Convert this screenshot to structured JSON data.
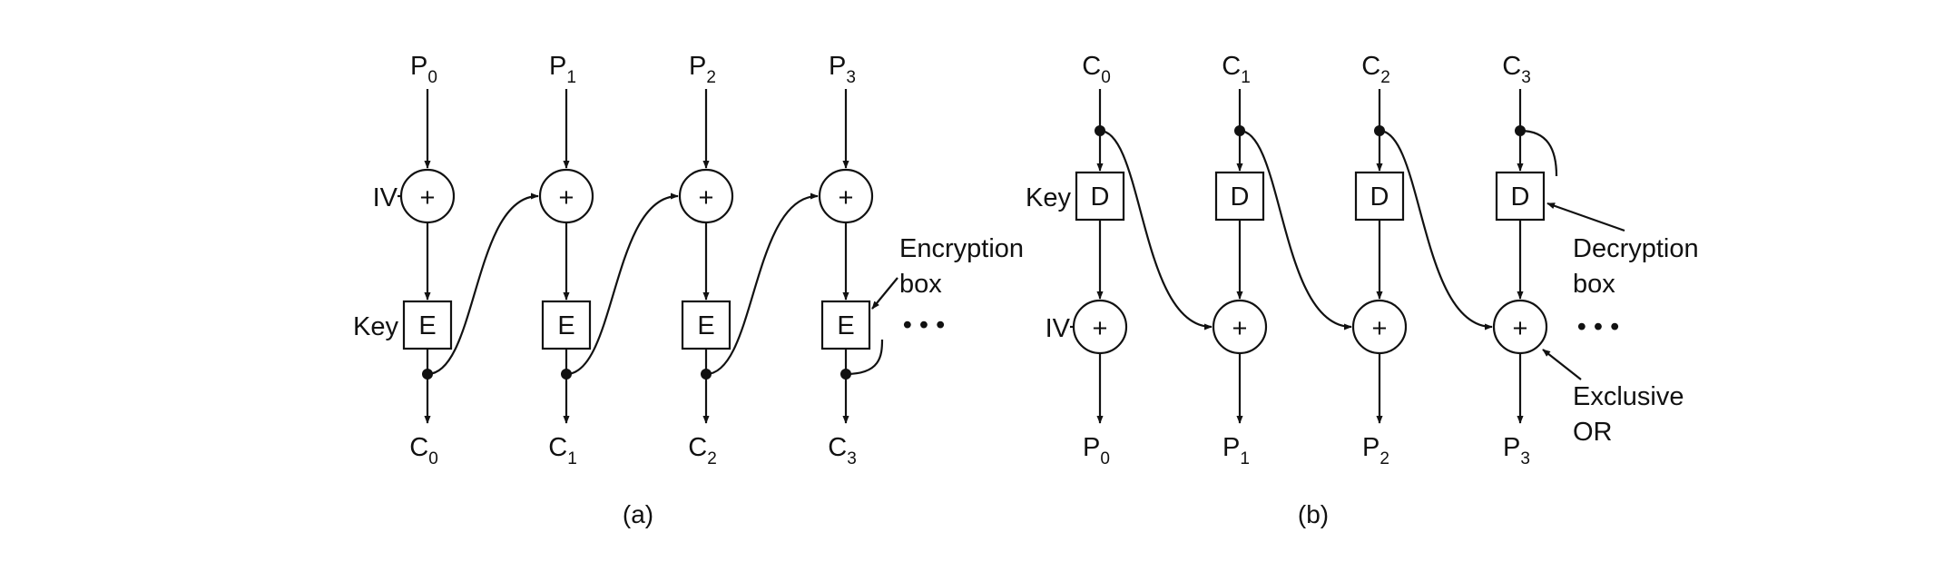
{
  "colors": {
    "ink": "#111111",
    "background": "#ffffff"
  },
  "panel_a": {
    "caption": "(a)",
    "iv_label": "IV",
    "key_label": "Key",
    "box_letter": "E",
    "xor_symbol": "+",
    "columns": [
      {
        "input": "P",
        "input_sub": "0",
        "output": "C",
        "output_sub": "0"
      },
      {
        "input": "P",
        "input_sub": "1",
        "output": "C",
        "output_sub": "1"
      },
      {
        "input": "P",
        "input_sub": "2",
        "output": "C",
        "output_sub": "2"
      },
      {
        "input": "P",
        "input_sub": "3",
        "output": "C",
        "output_sub": "3"
      }
    ],
    "annotation": {
      "line1": "Encryption",
      "line2": "box"
    },
    "ellipsis": "• • •"
  },
  "panel_b": {
    "caption": "(b)",
    "iv_label": "IV",
    "key_label": "Key",
    "box_letter": "D",
    "xor_symbol": "+",
    "columns": [
      {
        "input": "C",
        "input_sub": "0",
        "output": "P",
        "output_sub": "0"
      },
      {
        "input": "C",
        "input_sub": "1",
        "output": "P",
        "output_sub": "1"
      },
      {
        "input": "C",
        "input_sub": "2",
        "output": "P",
        "output_sub": "2"
      },
      {
        "input": "C",
        "input_sub": "3",
        "output": "P",
        "output_sub": "3"
      }
    ],
    "annotation_box": {
      "line1": "Decryption",
      "line2": "box"
    },
    "annotation_xor": {
      "line1": "Exclusive",
      "line2": "OR"
    },
    "ellipsis": "• • •"
  }
}
